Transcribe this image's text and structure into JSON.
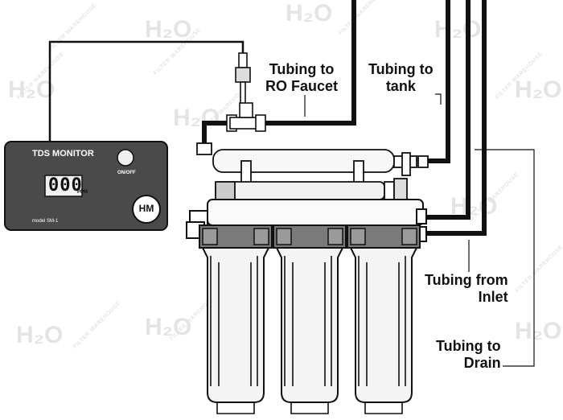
{
  "labels": {
    "ro_faucet": [
      "Tubing to",
      "RO Faucet"
    ],
    "tank": [
      "Tubing to",
      "tank"
    ],
    "inlet": [
      "Tubing from",
      "Inlet"
    ],
    "drain": [
      "Tubing to",
      "Drain"
    ]
  },
  "tds_monitor": {
    "title": "TDS MONITOR",
    "button_label": "ON/OFF",
    "reading": "000",
    "unit": "PPM",
    "model": "model SM-1",
    "logo": "HM"
  },
  "watermark": {
    "logo": "H₂O",
    "text": "FILTER WAREHOUSE"
  },
  "colors": {
    "tubing": "#111111",
    "monitor_body": "#4a4a4a",
    "housing_fill": "#f4f4f4",
    "outline": "#111111"
  }
}
